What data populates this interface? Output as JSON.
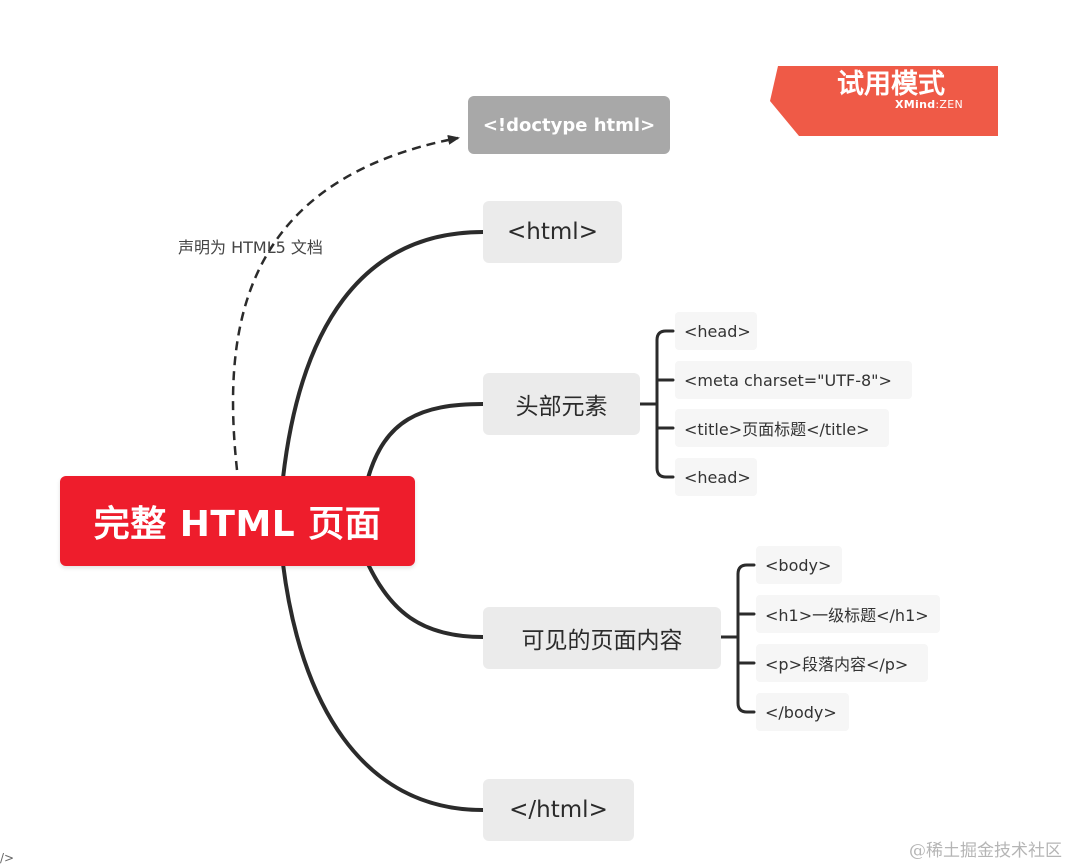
{
  "mindmap": {
    "root": "完整 HTML 页面",
    "doctype": "<!doctype html>",
    "doctype_edge_label": "声明为 HTML5 文档",
    "html_open": "<html>",
    "head_section": {
      "label": "头部元素",
      "children": [
        "<head>",
        "<meta charset=\"UTF-8\">",
        "<title>页面标题</title>",
        "<head>"
      ]
    },
    "body_section": {
      "label": "可见的页面内容",
      "children": [
        "<body>",
        "<h1>一级标题</h1>",
        "<p>段落内容</p>",
        "</body>"
      ]
    },
    "html_close": "</html>"
  },
  "watermark": {
    "title": "试用模式",
    "brand": "XMind",
    "edition": "ZEN",
    "color": "#ef5a47"
  },
  "credit": "@稀土掘金技术社区",
  "corner_fragment": "/>",
  "colors": {
    "root_fill": "#ee1d2c",
    "doctype_fill": "#a8a8a8",
    "topic_fill": "#ebebeb",
    "leaf_fill": "#f6f6f6",
    "connector": "#2b2b2b"
  }
}
